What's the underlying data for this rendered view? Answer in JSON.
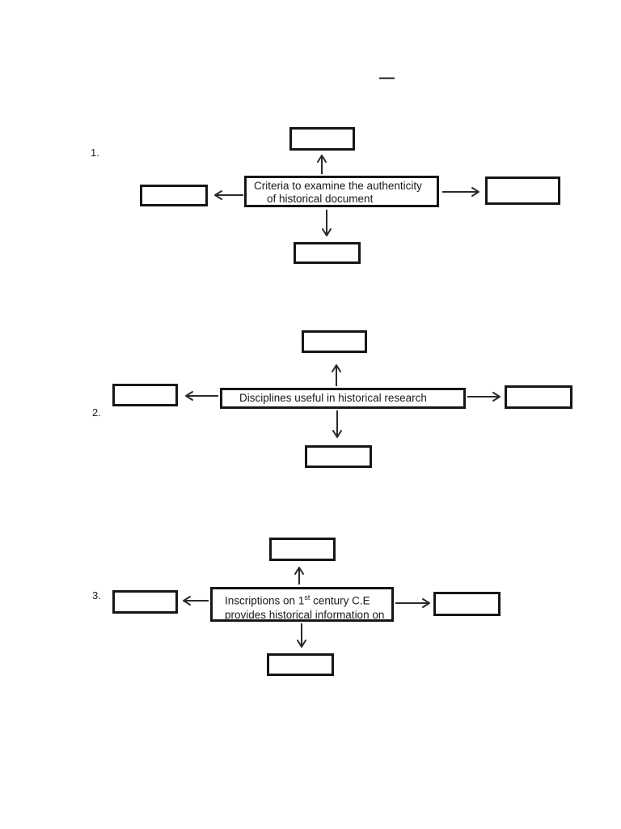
{
  "colors": {
    "ink": "#1a1a1a",
    "page_background": "#ffffff"
  },
  "top_mark": "—",
  "diagrams": [
    {
      "number": "1.",
      "center_lines": [
        "Criteria to examine the authenticity",
        "of historical document"
      ]
    },
    {
      "number": "2.",
      "center_lines": [
        "Disciplines useful in historical research"
      ]
    },
    {
      "number": "3.",
      "center_line1": {
        "prefix": "Inscriptions on 1",
        "sup": "st",
        "suffix": " century C.E"
      },
      "center_line2": "provides historical information on"
    }
  ]
}
